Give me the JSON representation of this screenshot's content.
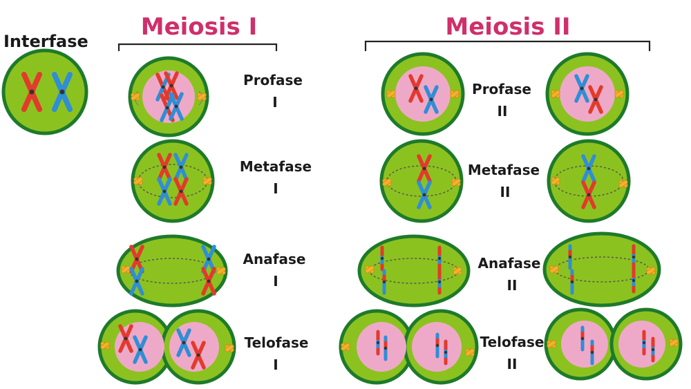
{
  "headings": {
    "interphase": "Interfase",
    "meiosis1": "Meiosis I",
    "meiosis2": "Meiosis II"
  },
  "labels": {
    "prophase1": [
      "Profase",
      "I"
    ],
    "metaphase1": [
      "Metafase",
      "I"
    ],
    "anaphase1": [
      "Anafase",
      "I"
    ],
    "telophase1": [
      "Telofase",
      "I"
    ],
    "prophase2": [
      "Profase",
      "II"
    ],
    "metaphase2": [
      "Metafase",
      "II"
    ],
    "anaphase2": [
      "Anafase",
      "II"
    ],
    "telophase2": [
      "Telofase",
      "II"
    ]
  },
  "colors": {
    "heading": "#cf2f6a",
    "cytoplasm": "#8cc21f",
    "membrane": "#1e7a2b",
    "nucleus": "#efa9c8",
    "chromosome_maternal": "#e23a2c",
    "chromosome_paternal": "#2f8ed6",
    "centrosome": "#f2b02d",
    "spindle": "#555555"
  }
}
